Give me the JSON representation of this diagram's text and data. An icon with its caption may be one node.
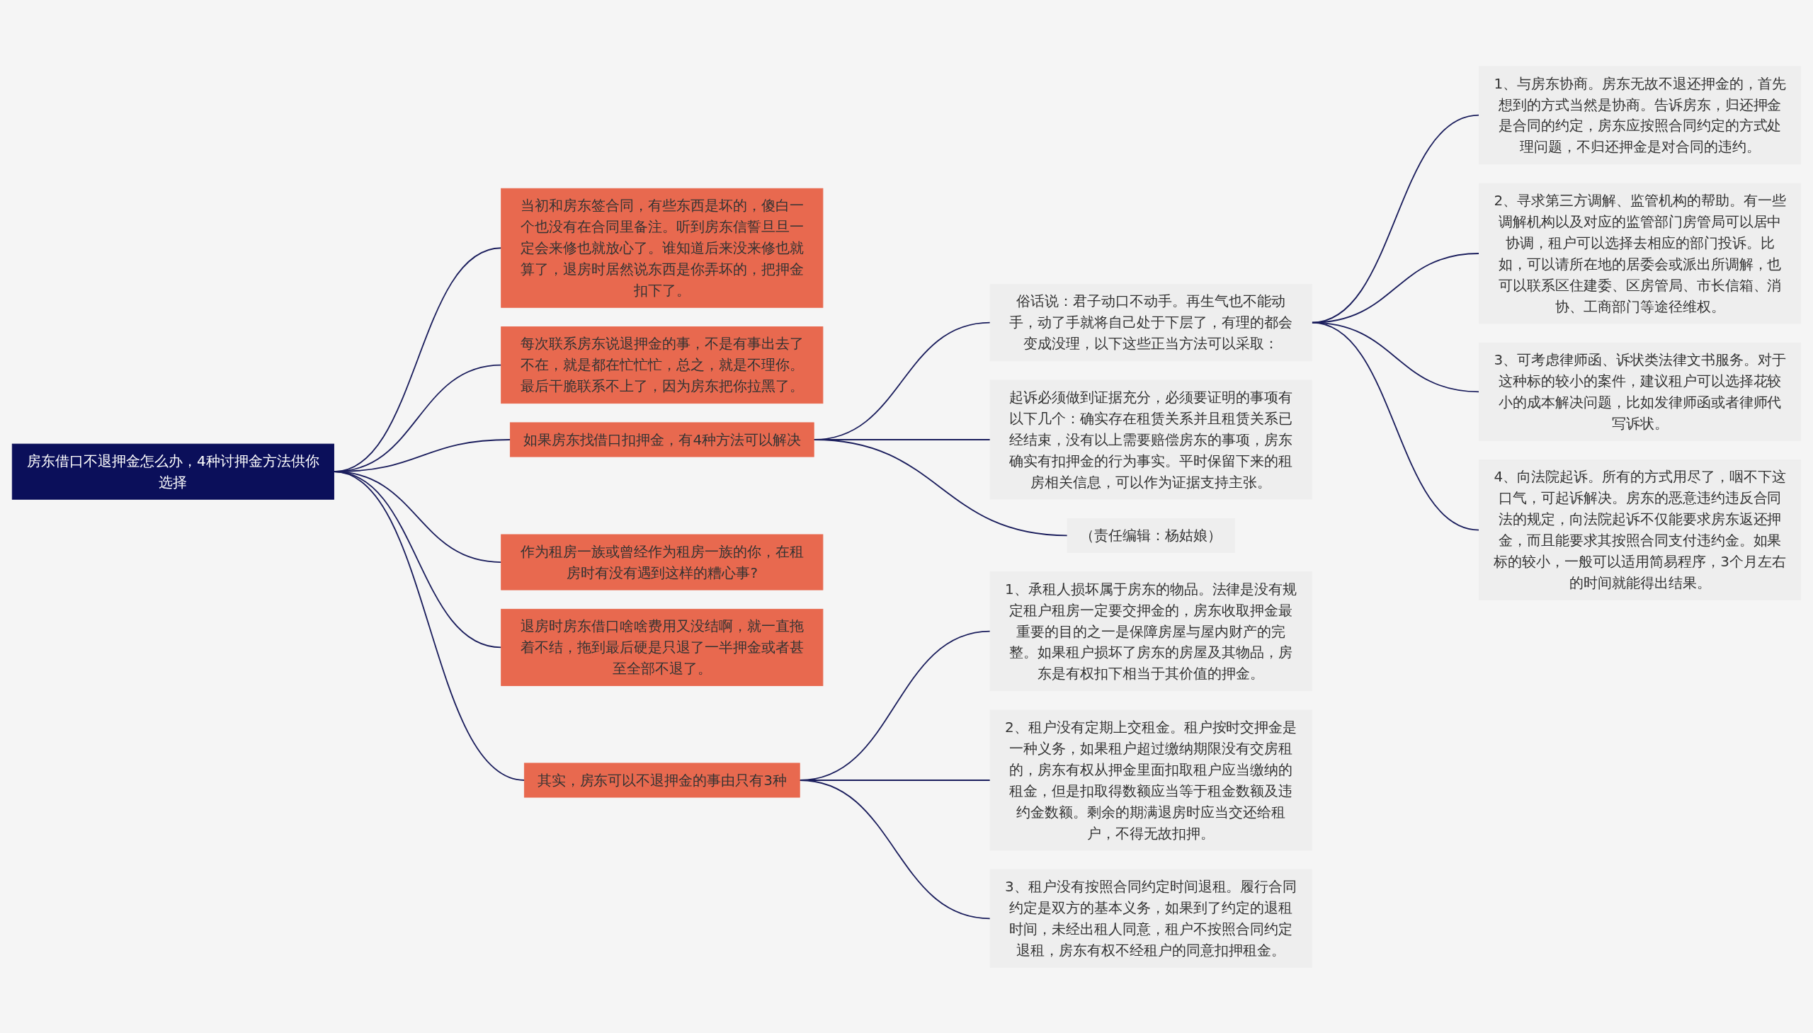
{
  "diagram": {
    "nodes": [
      {
        "text": [
          "房东借口不退押金怎么办，4种讨押金方法供你选择"
        ]
      },
      {
        "text": [
          "当初和房东签合同，有些东西是坏的，傻白一个也没有在合同里备注。听到房东信誓旦旦一定会来修也就放心了。谁知道后来没来修也就算了，退房时居然说东西是你弄坏的，把押金扣下了。"
        ]
      },
      {
        "text": [
          "每次联系房东说退押金的事，不是有事出去了不在，就是都在忙忙忙，总之，就是不理你。最后干脆联系不上了，因为房东把你拉黑了。"
        ]
      },
      {
        "text": [
          "如果房东找借口扣押金，有4种方法可以解决"
        ]
      },
      {
        "text": [
          "俗话说：君子动口不动手。再生气也不能动手，动了手就将自己处于下层了，有理的都会变成没理，以下这些正当方法可以采取："
        ]
      },
      {
        "text": [
          "1、与房东协商。房东无故不退还押金的，首先想到的方式当然是协商。告诉房东，归还押金是合同的约定，房东应按照合同约定的方式处理问题，不归还押金是对合同的违约。"
        ]
      },
      {
        "text": [
          "2、寻求第三方调解、监管机构的帮助。有一些调解机构以及对应的监管部门房管局可以居中协调，租户可以选择去相应的部门投诉。比如，可以请所在地的居委会或派出所调解，也可以联系区住建委、区房管局、市长信箱、消协、工商部门等途径维权。"
        ]
      },
      {
        "text": [
          "3、可考虑律师函、诉状类法律文书服务。对于这种标的较小的案件，建议租户可以选择花较小的成本解决问题，比如发律师函或者律师代写诉状。"
        ]
      },
      {
        "text": [
          "4、向法院起诉。所有的方式用尽了，咽不下这口气，可起诉解决。房东的恶意违约违反合同法的规定，向法院起诉不仅能要求房东返还押金，而且能要求其按照合同支付违约金。如果标的较小，一般可以适用简易程序，3个月左右的时间就能得出结果。"
        ]
      },
      {
        "text": [
          "起诉必须做到证据充分，必须要证明的事项有以下几个：确实存在租赁关系并且租赁关系已经结束，没有以上需要赔偿房东的事项，房东确实有扣押金的行为事实。平时保留下来的租房相关信息，可以作为证据支持主张。"
        ]
      },
      {
        "text": [
          "（责任编辑：杨姑娘）"
        ]
      },
      {
        "text": [
          "作为租房一族或曾经作为租房一族的你，在租房时有没有遇到这样的糟心事?"
        ]
      },
      {
        "text": [
          "退房时房东借口啥啥费用又没结啊，就一直拖着不结，拖到最后硬是只退了一半押金或者甚至全部不退了。"
        ]
      },
      {
        "text": [
          "其实，房东可以不退押金的事由只有3种"
        ]
      },
      {
        "text": [
          "1、承租人损坏属于房东的物品。法律是没有规定租户租房一定要交押金的，房东收取押金最重要的目的之一是保障房屋与屋内财产的完整。如果租户损坏了房东的房屋及其物品，房东是有权扣下相当于其价值的押金。"
        ]
      },
      {
        "text": [
          "2、租户没有定期上交租金。租户按时交押金是一种义务，如果租户超过缴纳期限没有交房租的，房东有权从押金里面扣取租户应当缴纳的租金，但是扣取得数额应当等于租金数额及违约金数额。剩余的期满退房时应当交还给租户，不得无故扣押。"
        ]
      },
      {
        "text": [
          "3、租户没有按照合同约定时间退租。履行合同约定是双方的基本义务，如果到了约定的退租时间，未经出租人同意，租户不按照合同约定退租，房东有权不经租户的同意扣押租金。"
        ]
      }
    ],
    "edges": [
      {
        "from": 0,
        "to": 1,
        "arrow": "none"
      },
      {
        "from": 0,
        "to": 2,
        "arrow": "none"
      },
      {
        "from": 0,
        "to": 3,
        "arrow": "none"
      },
      {
        "from": 3,
        "to": 4,
        "arrow": "none"
      },
      {
        "from": 4,
        "to": 5,
        "arrow": "none"
      },
      {
        "from": 4,
        "to": 6,
        "arrow": "none"
      },
      {
        "from": 4,
        "to": 7,
        "arrow": "none"
      },
      {
        "from": 4,
        "to": 8,
        "arrow": "none"
      },
      {
        "from": 3,
        "to": 9,
        "arrow": "none"
      },
      {
        "from": 3,
        "to": 10,
        "arrow": "none"
      },
      {
        "from": 0,
        "to": 11,
        "arrow": "none"
      },
      {
        "from": 0,
        "to": 12,
        "arrow": "none"
      },
      {
        "from": 0,
        "to": 13,
        "arrow": "none"
      },
      {
        "from": 13,
        "to": 14,
        "arrow": "none"
      },
      {
        "from": 13,
        "to": 15,
        "arrow": "none"
      },
      {
        "from": 13,
        "to": 16,
        "arrow": "none"
      }
    ]
  }
}
